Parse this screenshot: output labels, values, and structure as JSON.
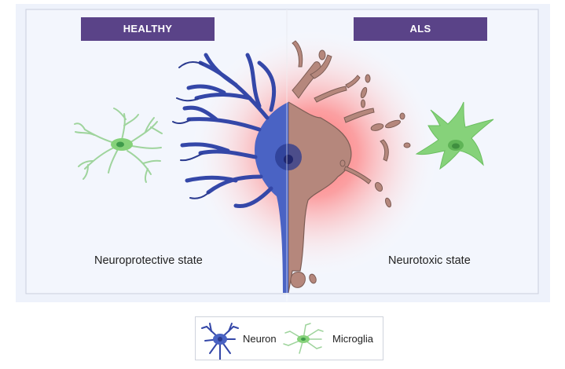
{
  "panels": {
    "healthy": {
      "title": "HEALTHY",
      "state": "Neuroprotective state"
    },
    "als": {
      "title": "ALS",
      "state": "Neurotoxic state"
    }
  },
  "legend": {
    "neuron": "Neuron",
    "microglia": "Microglia"
  },
  "colors": {
    "header": "#5a4388",
    "neuron_blue": "#4a63c4",
    "neuron_dark": "#2a3a8f",
    "degenerated": "#b5877c",
    "degenerated_outline": "#7d5d55",
    "microglia_light": "#a8dca6",
    "microglia_reactive": "#86d27a",
    "inflammation": "#ff6b6b",
    "panel_bg": "#eef2fb"
  },
  "icons": {
    "healthy_neuron": "neuron-icon",
    "als_neuron": "degenerating-neuron-icon",
    "resting_microglia": "resting-microglia-icon",
    "reactive_microglia": "reactive-microglia-icon"
  }
}
